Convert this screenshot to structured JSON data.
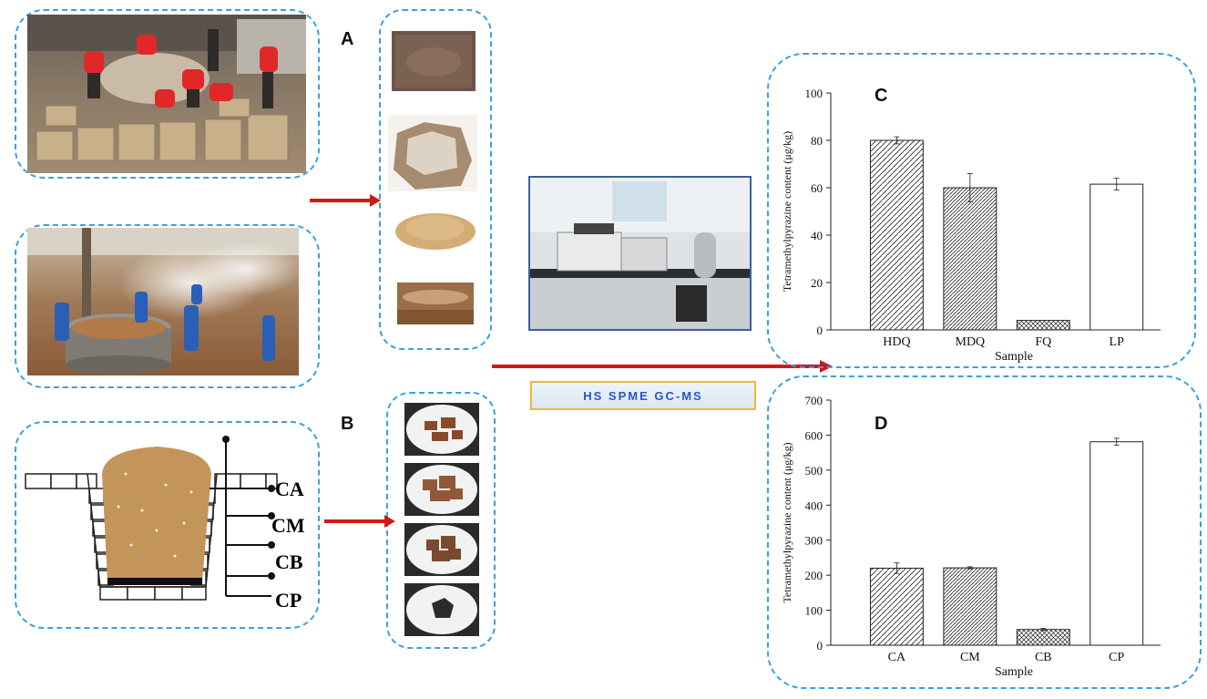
{
  "labels": {
    "A": "A",
    "B": "B",
    "C": "C",
    "D": "D"
  },
  "method_label": "HS SPME GC-MS",
  "schematic_positions": [
    "CA",
    "CM",
    "CB",
    "CP"
  ],
  "chart_data": [
    {
      "type": "bar",
      "panel": "C",
      "categories": [
        "HDQ",
        "MDQ",
        "FQ",
        "LP"
      ],
      "values": [
        80,
        60,
        4,
        61.5
      ],
      "errors": [
        1.5,
        6,
        0,
        2.5
      ],
      "hatches": [
        "fwd",
        "fwd-dense",
        "cross",
        "none"
      ],
      "xlabel": "Sample",
      "ylabel": "Tetramethylpyrazine content (μg/kg)",
      "ylim": [
        0,
        100
      ],
      "yticks": [
        0,
        20,
        40,
        60,
        80,
        100
      ]
    },
    {
      "type": "bar",
      "panel": "D",
      "categories": [
        "CA",
        "CM",
        "CB",
        "CP"
      ],
      "values": [
        220,
        221,
        45,
        581
      ],
      "errors": [
        15,
        3,
        3,
        10
      ],
      "hatches": [
        "fwd",
        "fwd-dense",
        "cross",
        "none"
      ],
      "xlabel": "Sample",
      "ylabel": "Tetramethylpyrazine content (μg/kg)",
      "ylim": [
        0,
        700
      ],
      "yticks": [
        0,
        100,
        200,
        300,
        400,
        500,
        600,
        700
      ]
    }
  ],
  "colors": {
    "dash_border": "#3aa0e0",
    "arrow": "#d01818",
    "accent_box": "#f2b53a"
  }
}
